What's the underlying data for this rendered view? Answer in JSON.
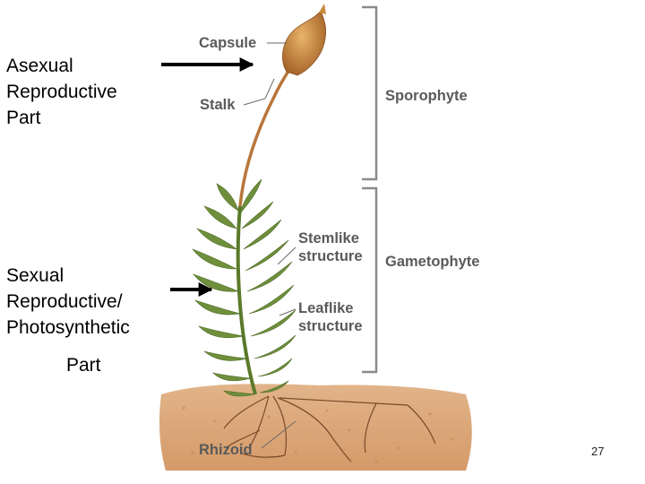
{
  "slide": {
    "asexual_label": [
      "Asexual",
      "Reproductive",
      "Part"
    ],
    "sexual_label": [
      "Sexual",
      "Reproductive/",
      "Photosynthetic"
    ],
    "sexual_label_last": "Part",
    "slide_number": "27"
  },
  "figure": {
    "labels": {
      "capsule": "Capsule",
      "stalk": "Stalk",
      "sporophyte": "Sporophyte",
      "stemlike": [
        "Stemlike",
        "structure"
      ],
      "gametophyte": "Gametophyte",
      "leaflike": [
        "Leaflike",
        "structure"
      ],
      "rhizoid": "Rhizoid"
    }
  },
  "colors": {
    "label_text": "#5a5a5a",
    "bracket": "#8a8a8a",
    "arrow": "#000000",
    "capsule": "#c98a3c",
    "stalk": "#b9763b",
    "leaf": "#6f8f3c",
    "soil": "#d9a77a"
  }
}
